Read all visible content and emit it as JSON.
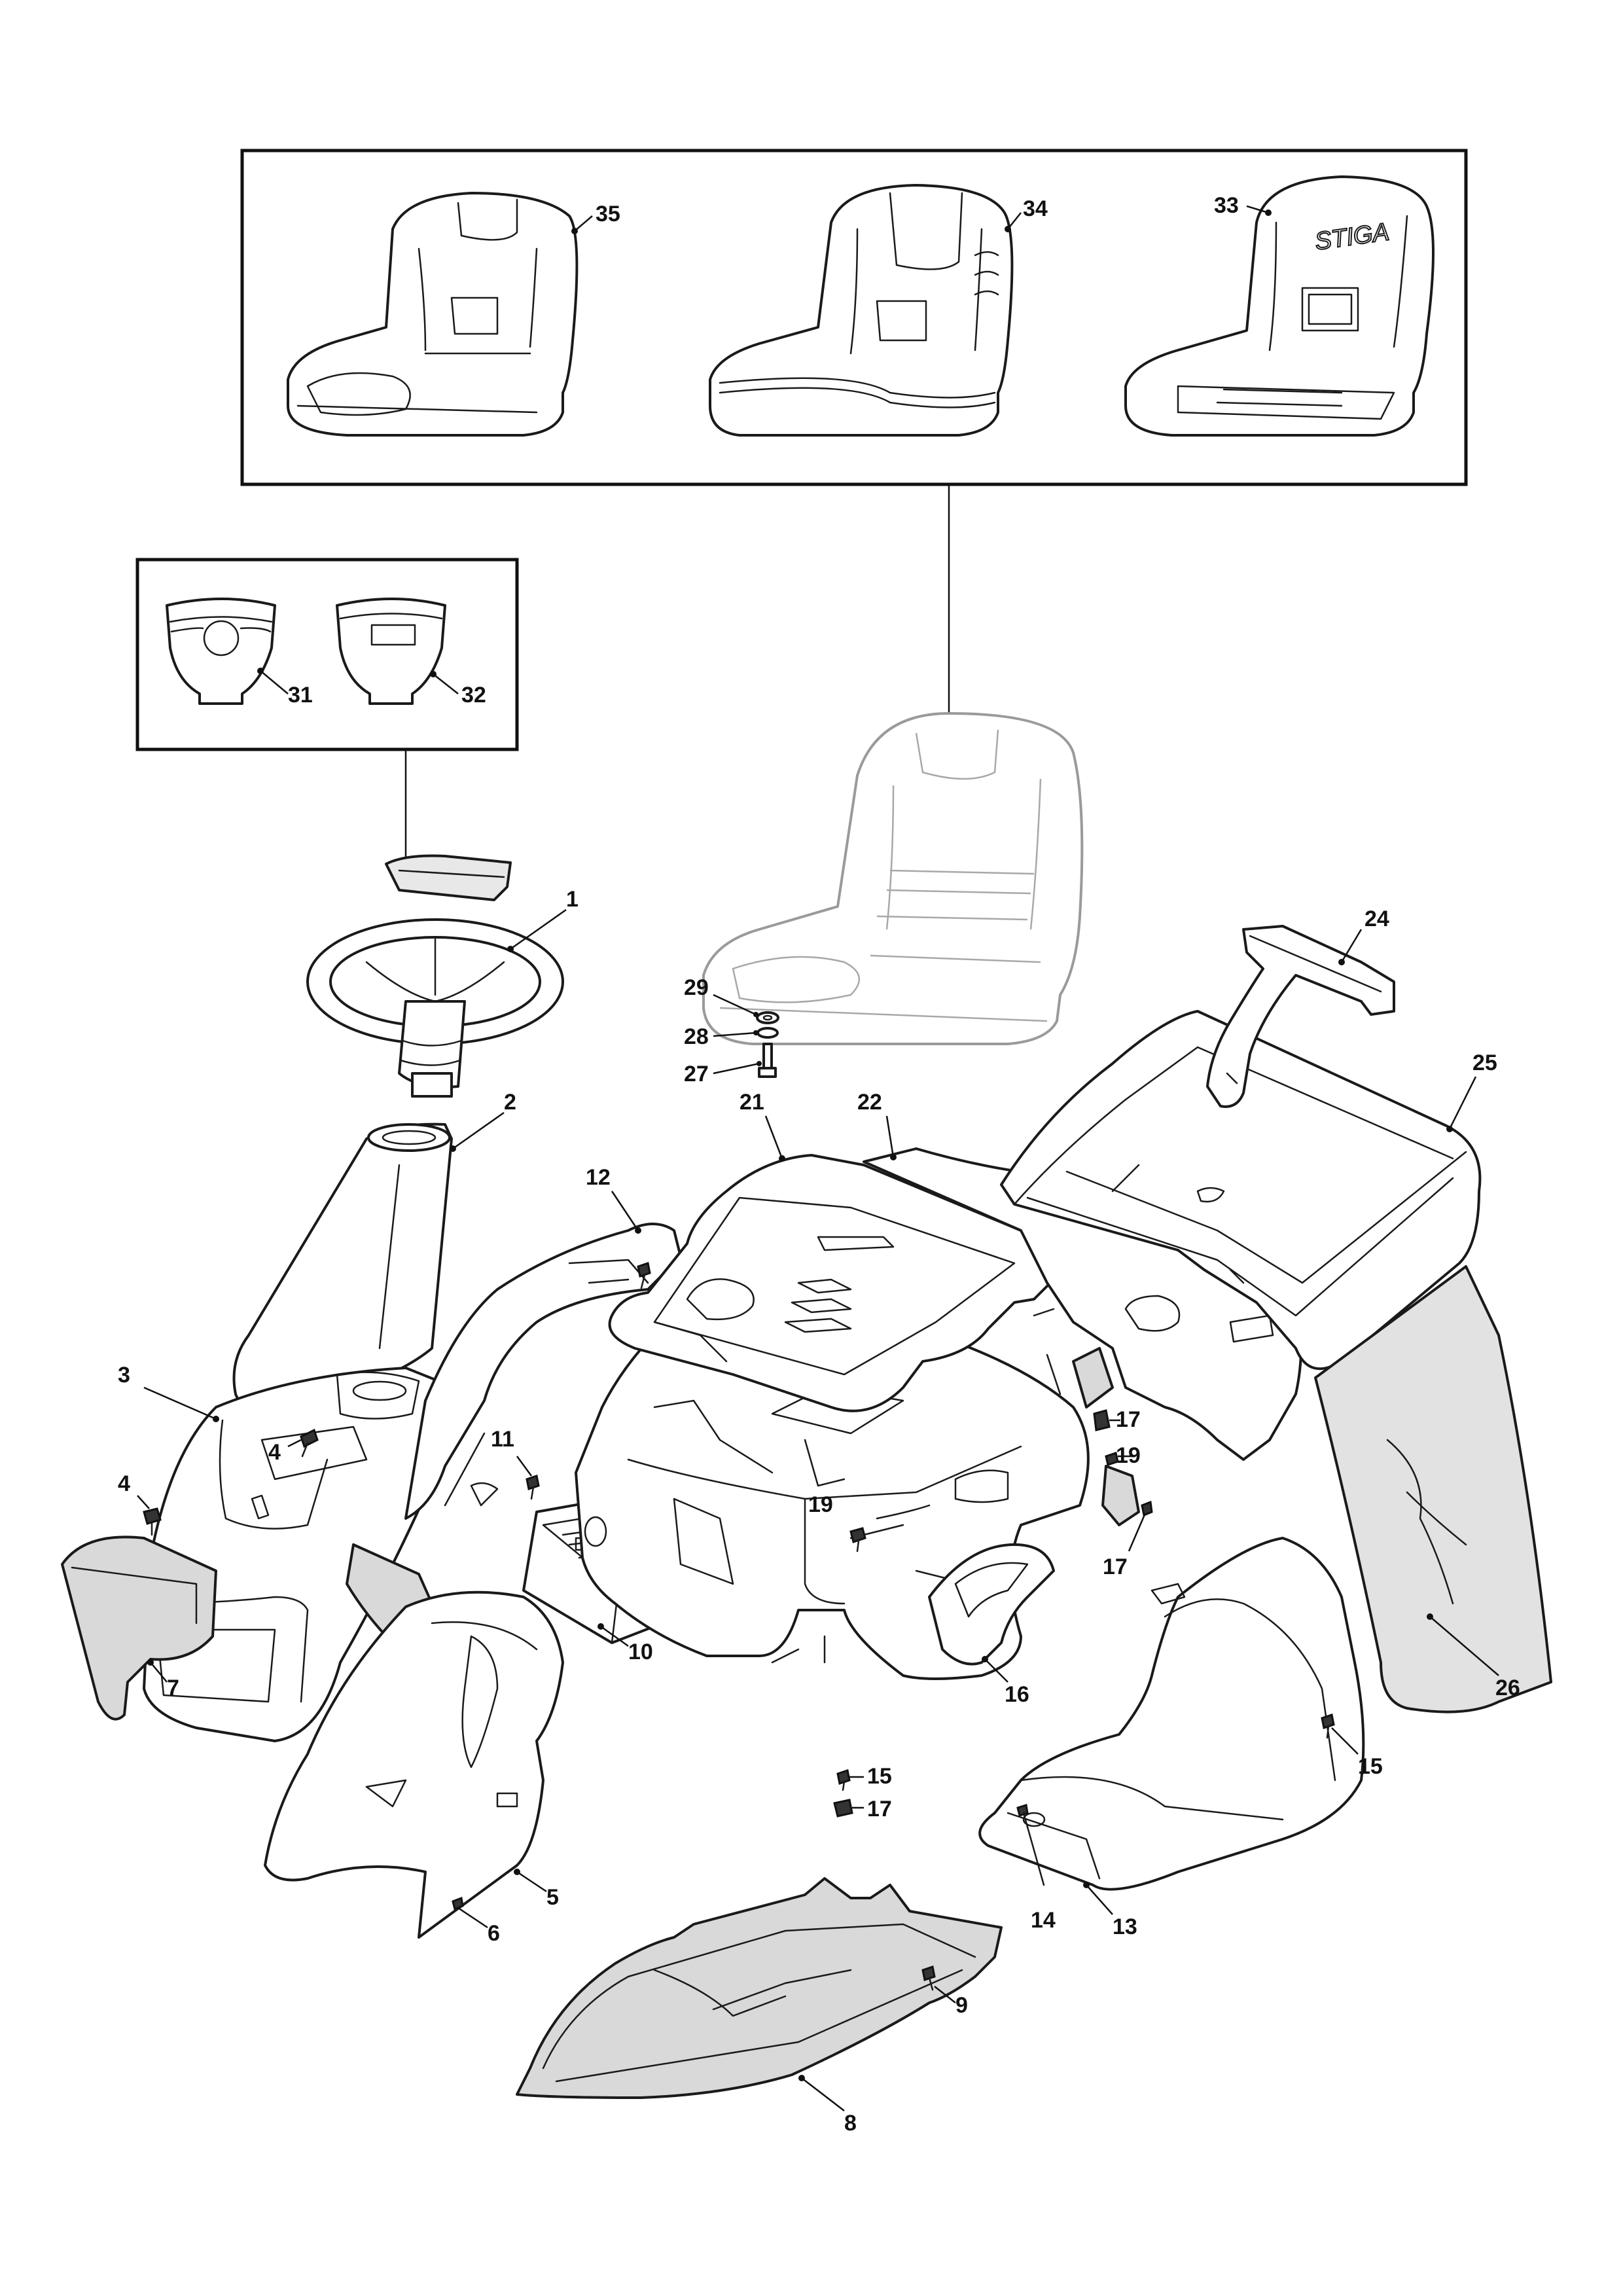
{
  "diagram": {
    "brand_mark": "STIGA",
    "callouts": {
      "p1": "1",
      "p2": "2",
      "p3": "3",
      "p4a": "4",
      "p4b": "4",
      "p5": "5",
      "p6": "6",
      "p7": "7",
      "p8": "8",
      "p9": "9",
      "p10": "10",
      "p11": "11",
      "p12": "12",
      "p13": "13",
      "p14": "14",
      "p15a": "15",
      "p15b": "15",
      "p16": "16",
      "p17a": "17",
      "p17b": "17",
      "p17c": "17",
      "p19a": "19",
      "p19b": "19",
      "p21": "21",
      "p22": "22",
      "p24": "24",
      "p25": "25",
      "p26": "26",
      "p27": "27",
      "p28": "28",
      "p29": "29",
      "p31": "31",
      "p32": "32",
      "p33": "33",
      "p34": "34",
      "p35": "35"
    }
  }
}
